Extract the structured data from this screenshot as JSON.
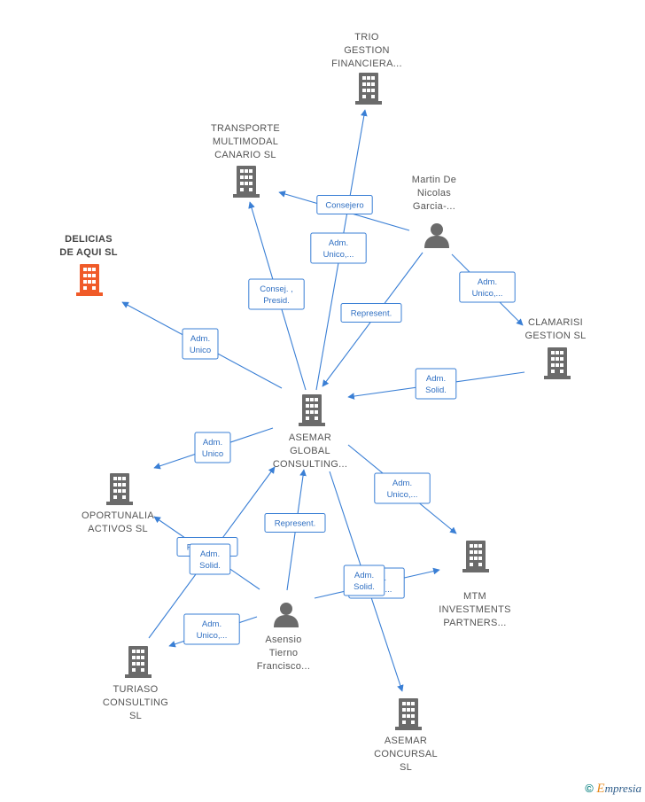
{
  "colors": {
    "edge": "#3a7fd5",
    "building": "#6b6b6b",
    "highlight": "#f05a28",
    "person": "#6b6b6b"
  },
  "nodes": [
    {
      "id": "trio",
      "type": "company",
      "icon": "building-icon",
      "label": [
        "TRIO",
        "GESTION",
        "FINANCIERA..."
      ]
    },
    {
      "id": "transporte",
      "type": "company",
      "icon": "building-icon",
      "label": [
        "TRANSPORTE",
        "MULTIMODAL",
        "CANARIO SL"
      ]
    },
    {
      "id": "delicias",
      "type": "company",
      "icon": "building-icon",
      "highlight": true,
      "label": [
        "DELICIAS",
        "DE AQUI SL"
      ]
    },
    {
      "id": "martin",
      "type": "person",
      "icon": "person-icon",
      "label": [
        "Martin De",
        "Nicolas",
        "Garcia-..."
      ]
    },
    {
      "id": "clamarisi",
      "type": "company",
      "icon": "building-icon",
      "label": [
        "CLAMARISI",
        "GESTION SL"
      ]
    },
    {
      "id": "asemar",
      "type": "company",
      "icon": "building-icon",
      "main": true,
      "label": [
        "ASEMAR",
        "GLOBAL",
        "CONSULTING..."
      ]
    },
    {
      "id": "oportunalia",
      "type": "company",
      "icon": "building-icon",
      "label": [
        "OPORTUNALIA",
        "ACTIVOS SL"
      ]
    },
    {
      "id": "mtm",
      "type": "company",
      "icon": "building-icon",
      "label": [
        "MTM",
        "INVESTMENTS",
        "PARTNERS..."
      ]
    },
    {
      "id": "asensio",
      "type": "person",
      "icon": "person-icon",
      "label": [
        "Asensio",
        "Tierno",
        "Francisco..."
      ]
    },
    {
      "id": "turiaso",
      "type": "company",
      "icon": "building-icon",
      "label": [
        "TURIASO",
        "CONSULTING",
        "SL"
      ]
    },
    {
      "id": "concursal",
      "type": "company",
      "icon": "building-icon",
      "label": [
        "ASEMAR",
        "CONCURSAL",
        "SL"
      ]
    }
  ],
  "edges": [
    {
      "id": "e1",
      "label": [
        "Adm.",
        "Unico,..."
      ]
    },
    {
      "id": "e2",
      "label": [
        "Consej. ,",
        "Presid."
      ]
    },
    {
      "id": "e3",
      "label": [
        "Adm.",
        "Unico"
      ]
    },
    {
      "id": "e4",
      "label": [
        "Consejero"
      ]
    },
    {
      "id": "e5",
      "label": [
        "Represent."
      ]
    },
    {
      "id": "e6",
      "label": [
        "Adm.",
        "Unico,..."
      ]
    },
    {
      "id": "e7",
      "label": [
        "Adm.",
        "Solid."
      ]
    },
    {
      "id": "e8",
      "label": [
        "Adm.",
        "Unico"
      ]
    },
    {
      "id": "e9",
      "label": [
        "Adm.",
        "Unico,..."
      ]
    },
    {
      "id": "e10",
      "label": [
        "Represent."
      ]
    },
    {
      "id": "e11",
      "label": [
        "Represent."
      ]
    },
    {
      "id": "e12",
      "label": [
        "Adm.",
        "Solid."
      ]
    },
    {
      "id": "e13",
      "label": [
        "Adm.",
        "Unico,..."
      ]
    },
    {
      "id": "e14",
      "label": [
        "Adm.",
        "Unico,..."
      ]
    },
    {
      "id": "e15",
      "label": [
        "Adm.",
        "Solid."
      ]
    }
  ],
  "watermark": {
    "copyright": "©",
    "brand_initial": "E",
    "brand_rest": "mpresia"
  }
}
